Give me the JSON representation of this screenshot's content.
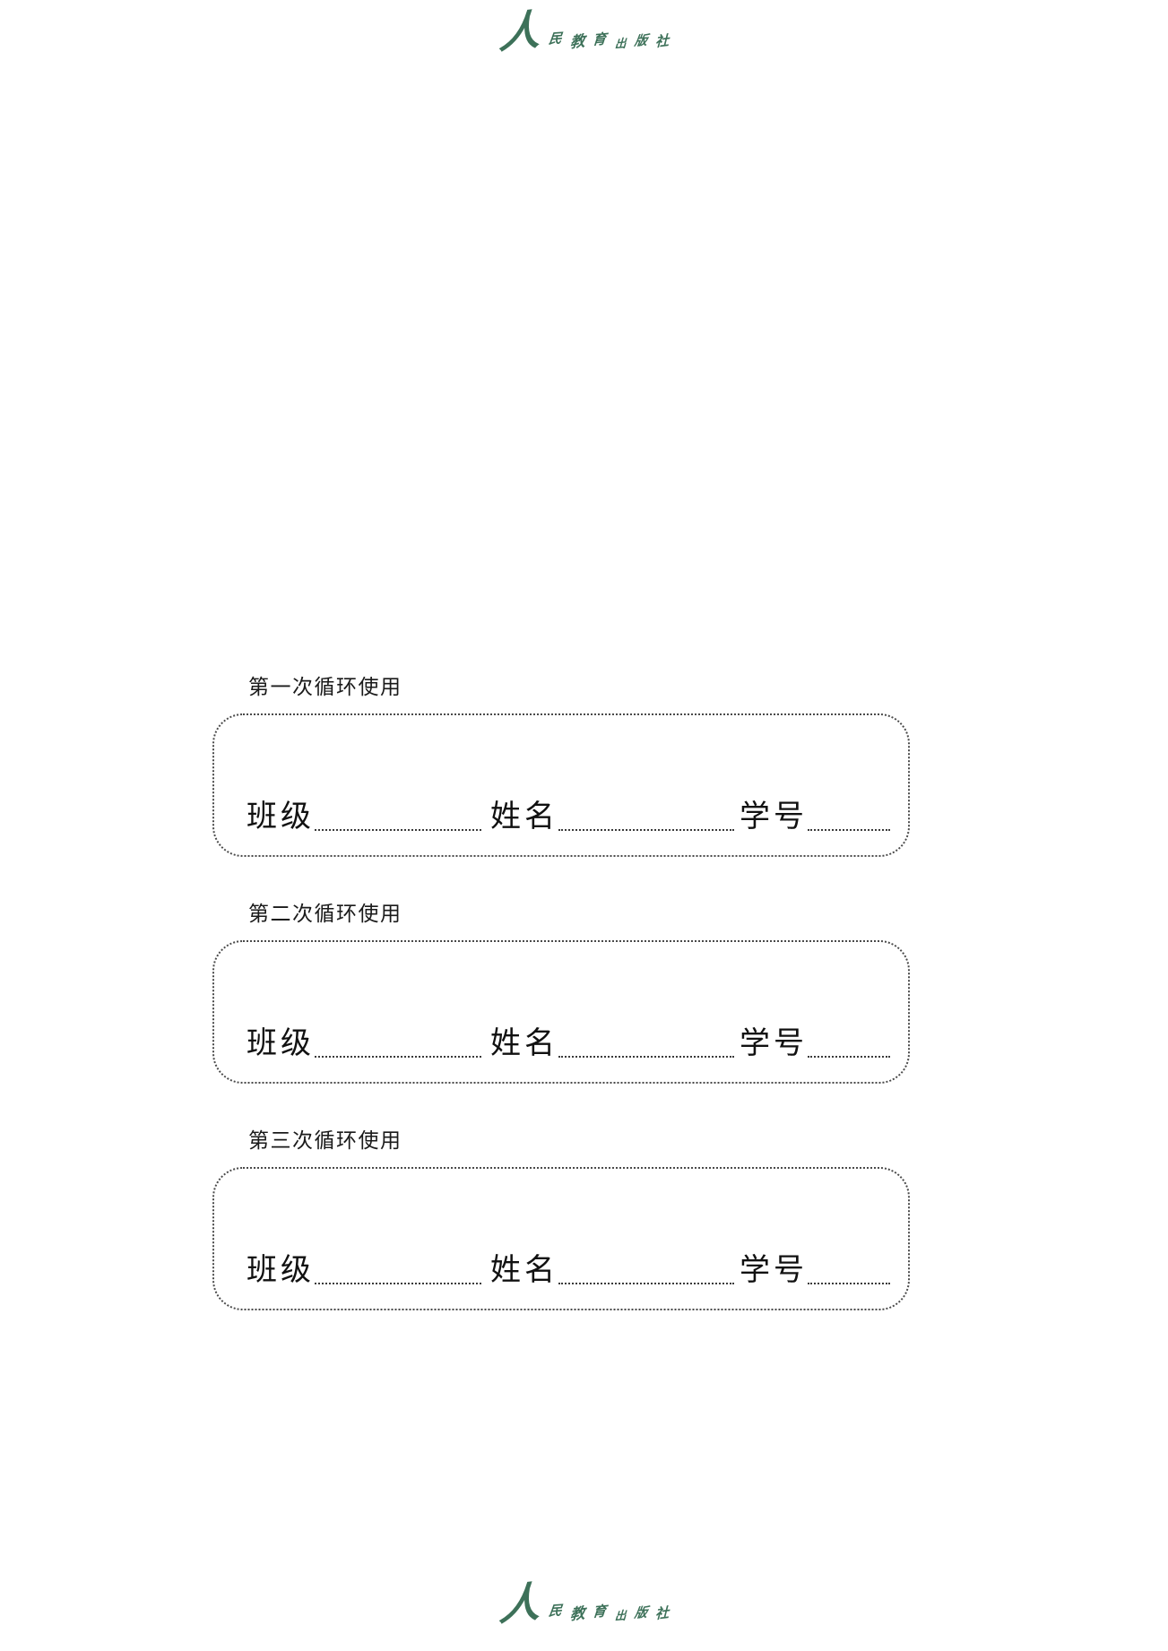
{
  "publisher": {
    "name": "人民教育出版社",
    "characters": [
      "人",
      "民",
      "教",
      "育",
      "出",
      "版",
      "社"
    ],
    "color": "#3d7159",
    "header_logo_name": "publisher-wordmark-header",
    "footer_logo_name": "publisher-wordmark-footer"
  },
  "fields": {
    "class_label": "班级",
    "name_label": "姓名",
    "id_label": "学号",
    "class_value": "",
    "name_value": "",
    "id_value": ""
  },
  "sections": [
    {
      "label": "第一次循环使用"
    },
    {
      "label": "第二次循环使用"
    },
    {
      "label": "第三次循环使用"
    }
  ]
}
